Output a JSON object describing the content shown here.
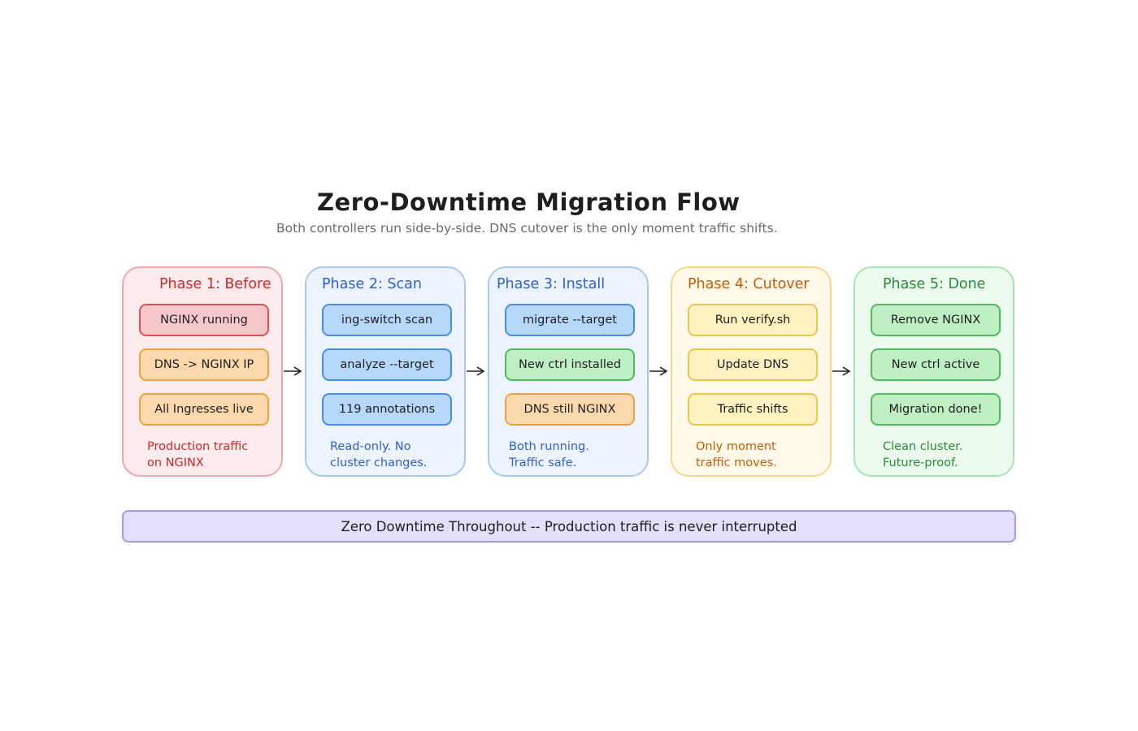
{
  "diagram": {
    "title": "Zero-Downtime Migration Flow",
    "subtitle": "Both controllers run side-by-side. DNS cutover is the only moment traffic shifts.",
    "phases": [
      {
        "title": "Phase 1: Before",
        "color": "#c92a2a",
        "fill": "#fdeced",
        "border": "#f0a9ab",
        "steps": [
          {
            "label": "NGINX running",
            "fill": "#f7c8cb",
            "border": "#d9505a"
          },
          {
            "label": "DNS -> NGINX IP",
            "fill": "#fcd9ad",
            "border": "#eda143"
          },
          {
            "label": "All Ingresses live",
            "fill": "#fcd9ad",
            "border": "#eda143"
          }
        ],
        "note": "Production traffic\non NGINX"
      },
      {
        "title": "Phase 2: Scan",
        "color": "#2f5fd0",
        "fill": "#eef4fd",
        "border": "#a8c8ef",
        "steps": [
          {
            "label": "ing-switch scan",
            "fill": "#b6d8fa",
            "border": "#4a8fde"
          },
          {
            "label": "analyze --target",
            "fill": "#b6d8fa",
            "border": "#4a8fde"
          },
          {
            "label": "119 annotations",
            "fill": "#b6d8fa",
            "border": "#4a8fde"
          }
        ],
        "note": "Read-only. No\ncluster changes."
      },
      {
        "title": "Phase 3: Install",
        "color": "#2f5fd0",
        "fill": "#eef4fd",
        "border": "#a8c8ef",
        "steps": [
          {
            "label": "migrate --target",
            "fill": "#b6d8fa",
            "border": "#4a8fde"
          },
          {
            "label": "New ctrl installed",
            "fill": "#bff0c4",
            "border": "#4fbb5e"
          },
          {
            "label": "DNS still NGINX",
            "fill": "#fcd9ad",
            "border": "#eda143"
          }
        ],
        "note": "Both running.\nTraffic safe."
      },
      {
        "title": "Phase 4: Cutover",
        "color": "#c25e0b",
        "fill": "#fffaea",
        "border": "#f4d98d",
        "steps": [
          {
            "label": "Run verify.sh",
            "fill": "#fff2c0",
            "border": "#f0c44a"
          },
          {
            "label": "Update DNS",
            "fill": "#fff2c0",
            "border": "#f0c44a"
          },
          {
            "label": "Traffic shifts",
            "fill": "#fff2c0",
            "border": "#f0c44a"
          }
        ],
        "note": "Only moment\ntraffic moves."
      },
      {
        "title": "Phase 5: Done",
        "color": "#2b8a3e",
        "fill": "#ecfbee",
        "border": "#a9e4b2",
        "steps": [
          {
            "label": "Remove NGINX",
            "fill": "#bff0c4",
            "border": "#4fbb5e"
          },
          {
            "label": "New ctrl active",
            "fill": "#bff0c4",
            "border": "#4fbb5e"
          },
          {
            "label": "Migration done!",
            "fill": "#bff0c4",
            "border": "#4fbb5e"
          }
        ],
        "note": "Clean cluster.\nFuture-proof."
      }
    ],
    "banner": "Zero Downtime Throughout -- Production traffic is never interrupted"
  }
}
